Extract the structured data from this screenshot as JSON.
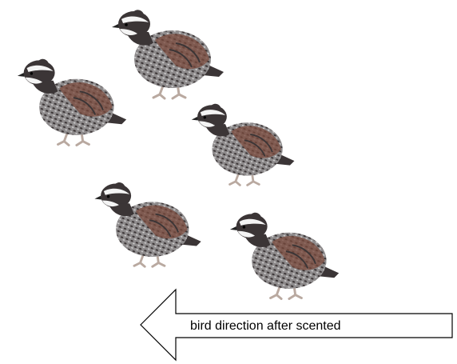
{
  "diagram": {
    "birds": [
      {
        "name": "quail-1",
        "icon": "bobwhite-quail-icon"
      },
      {
        "name": "quail-2",
        "icon": "bobwhite-quail-icon"
      },
      {
        "name": "quail-3",
        "icon": "bobwhite-quail-icon"
      },
      {
        "name": "quail-4",
        "icon": "bobwhite-quail-icon"
      },
      {
        "name": "quail-5",
        "icon": "bobwhite-quail-icon"
      }
    ],
    "arrow": {
      "direction": "left",
      "label": "bird direction after scented"
    },
    "colors": {
      "background": "#ffffff",
      "arrow_stroke": "#000000",
      "arrow_fill": "#ffffff",
      "plumage_dark": "#3b3536",
      "plumage_brown": "#7a4a3c",
      "plumage_grey": "#8e8b8c",
      "face_white": "#f4f4f4",
      "legs": "#b9a9a0"
    }
  }
}
